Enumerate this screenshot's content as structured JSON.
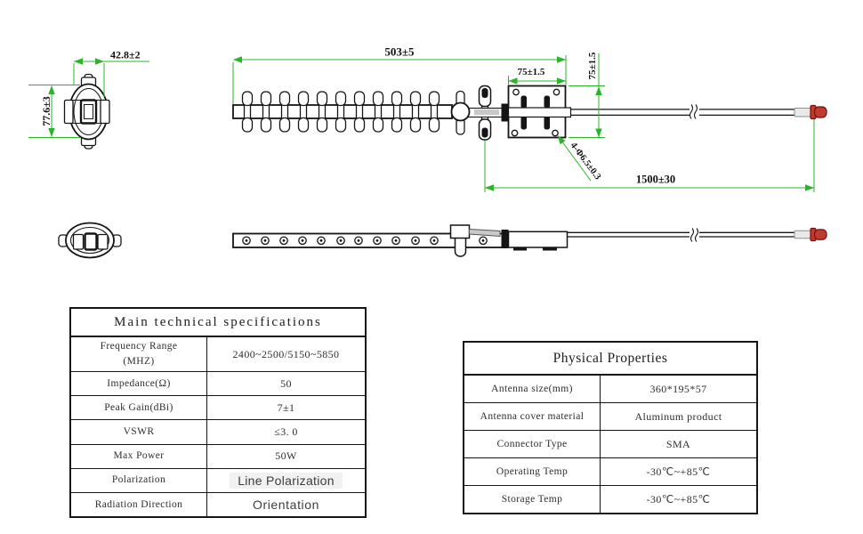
{
  "colors": {
    "dimension_green": "#29b429",
    "line_black": "#151515",
    "cable_gray": "#c9c9c9",
    "ferrule_gray": "#e9e9e9",
    "connector_red": "#c13a2e"
  },
  "drawing": {
    "dims": {
      "front_width": "42.8±2",
      "front_height": "77.6±3",
      "antenna_length": "503±5",
      "bracket_width": "75±1.5",
      "bracket_height": "75±1.5",
      "mount_holes": "4-Φ6.5±0.3",
      "cable_length": "1500±30"
    }
  },
  "spec_table": {
    "title": "Main technical specifications",
    "rows": [
      {
        "label": "Frequency Range",
        "label2": "(MHZ)",
        "value": "2400~2500/5150~5850"
      },
      {
        "label": "Impedance(Ω)",
        "value": "50"
      },
      {
        "label": "Peak Gain(dBi)",
        "value": "7±1"
      },
      {
        "label": "VSWR",
        "value": "≤3. 0"
      },
      {
        "label": "Max Power",
        "value": "50W"
      },
      {
        "label": "Polarization",
        "value": "Line Polarization"
      },
      {
        "label": "Radiation Direction",
        "value": "Orientation"
      }
    ]
  },
  "physical_table": {
    "title": "Physical Properties",
    "rows": [
      {
        "label": "Antenna size(mm)",
        "value": "360*195*57"
      },
      {
        "label": "Antenna cover material",
        "value": "Aluminum product"
      },
      {
        "label": "Connector Type",
        "value": "SMA"
      },
      {
        "label": "Operating Temp",
        "value": "-30℃~+85℃"
      },
      {
        "label": "Storage Temp",
        "value": "-30℃~+85℃"
      }
    ]
  }
}
